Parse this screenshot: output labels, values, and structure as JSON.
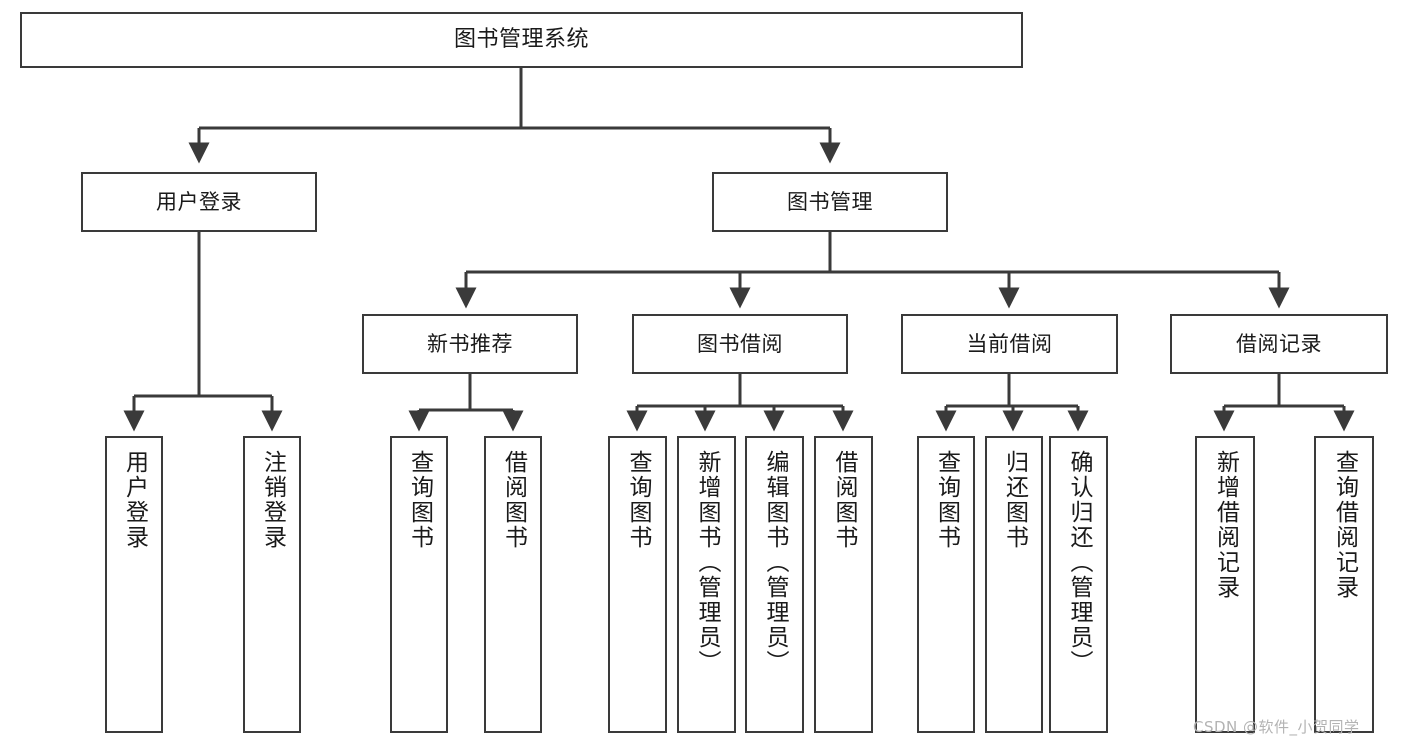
{
  "diagram": {
    "type": "tree-hierarchy-chart",
    "title": "图书管理系统",
    "theme": {
      "background": "#ffffff",
      "box_border": "#3a3a3a",
      "box_fill": "#ffffff",
      "edge_color": "#3a3a3a",
      "text_color": "#1a1a1a",
      "watermark_color": "#b3b3b3"
    },
    "root": {
      "label": "图书管理系统"
    },
    "level1": [
      {
        "label": "用户登录"
      },
      {
        "label": "图书管理"
      }
    ],
    "level2": [
      {
        "label": "新书推荐"
      },
      {
        "label": "图书借阅"
      },
      {
        "label": "当前借阅"
      },
      {
        "label": "借阅记录"
      }
    ],
    "leaves": {
      "user_login": [
        {
          "label": "用户登录"
        },
        {
          "label": "注销登录"
        }
      ],
      "new_book_recommend": [
        {
          "label": "查询图书"
        },
        {
          "label": "借阅图书"
        }
      ],
      "book_borrow": [
        {
          "label": "查询图书"
        },
        {
          "label": "新增图书（管理员）"
        },
        {
          "label": "编辑图书（管理员）"
        },
        {
          "label": "借阅图书"
        }
      ],
      "current_borrow": [
        {
          "label": "查询图书"
        },
        {
          "label": "归还图书"
        },
        {
          "label": "确认归还（管理员）"
        }
      ],
      "borrow_record": [
        {
          "label": "新增借阅记录"
        },
        {
          "label": "查询借阅记录"
        }
      ]
    }
  },
  "watermark": {
    "text": "CSDN @软件_小贺同学"
  }
}
